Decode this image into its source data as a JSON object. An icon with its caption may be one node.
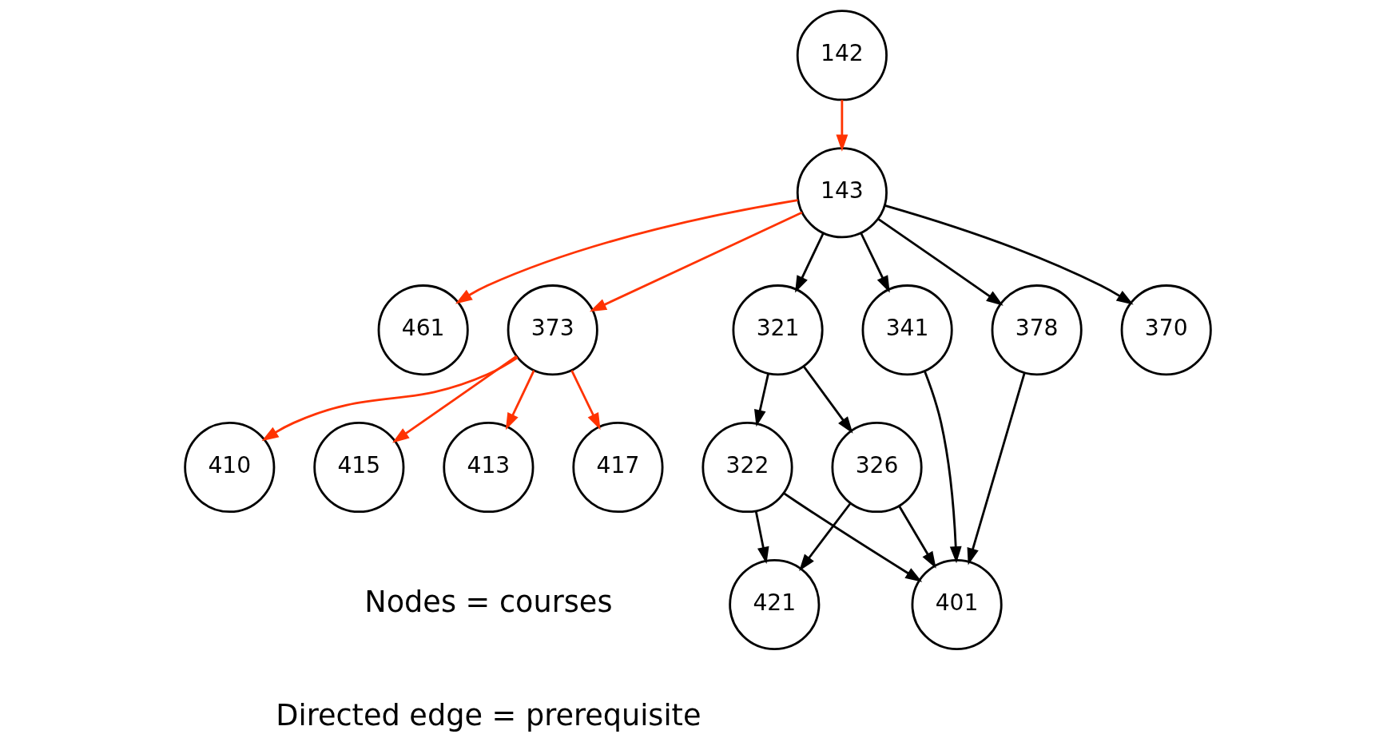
{
  "diagram": {
    "nodes": [
      {
        "text": [
          "461"
        ]
      },
      {
        "text": [
          "373"
        ]
      },
      {
        "text": [
          "143"
        ]
      },
      {
        "text": [
          "322"
        ]
      },
      {
        "text": [
          "321"
        ]
      },
      {
        "text": [
          "326"
        ]
      },
      {
        "text": [
          "142"
        ]
      },
      {
        "text": [
          "410"
        ]
      },
      {
        "text": [
          "415"
        ]
      },
      {
        "text": [
          "370"
        ]
      },
      {
        "text": [
          "341"
        ]
      },
      {
        "text": [
          "413"
        ]
      },
      {
        "text": [
          "417"
        ]
      },
      {
        "text": [
          "378"
        ]
      },
      {
        "text": [
          "421"
        ]
      },
      {
        "text": [
          "401"
        ]
      }
    ],
    "edges": [
      {
        "from": 2,
        "to": 0,
        "arrow": "to",
        "color": "#ff3300"
      },
      {
        "from": 2,
        "to": 1,
        "arrow": "to",
        "color": "#ff3300"
      },
      {
        "from": 6,
        "to": 2,
        "arrow": "to",
        "color": "#ff3300"
      },
      {
        "from": 1,
        "to": 7,
        "arrow": "to",
        "color": "#ff3300"
      },
      {
        "from": 1,
        "to": 11,
        "arrow": "to",
        "color": "#ff3300"
      },
      {
        "from": 1,
        "to": 8,
        "arrow": "to",
        "color": "#ff3300"
      },
      {
        "from": 1,
        "to": 12,
        "arrow": "to",
        "color": "#ff3300"
      },
      {
        "from": 2,
        "to": 4,
        "arrow": "to"
      },
      {
        "from": 2,
        "to": 9,
        "arrow": "to"
      },
      {
        "from": 2,
        "to": 10,
        "arrow": "to"
      },
      {
        "from": 2,
        "to": 13,
        "arrow": "to"
      },
      {
        "from": 4,
        "to": 3,
        "arrow": "to"
      },
      {
        "from": 4,
        "to": 5,
        "arrow": "to"
      },
      {
        "from": 3,
        "to": 15,
        "arrow": "to"
      },
      {
        "from": 3,
        "to": 14,
        "arrow": "to"
      },
      {
        "from": 5,
        "to": 15,
        "arrow": "to"
      },
      {
        "from": 5,
        "to": 14,
        "arrow": "to"
      },
      {
        "from": 10,
        "to": 15,
        "arrow": "to"
      },
      {
        "from": 13,
        "to": 15,
        "arrow": "to"
      }
    ],
    "labels": [
      "Nodes = courses",
      "Directed edge = prerequisite"
    ]
  }
}
